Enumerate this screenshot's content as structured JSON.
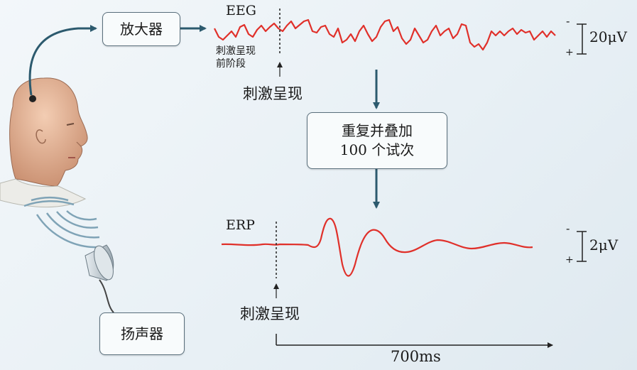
{
  "diagram": {
    "amplifier_label": "放大器",
    "speaker_label": "扬声器",
    "process_line1": "重复并叠加",
    "process_line2": "100 个试次",
    "eeg": {
      "title": "EEG",
      "prestim_line1": "刺激呈现",
      "prestim_line2": "前阶段",
      "stim_label": "刺激呈现",
      "scale_label": "20μV",
      "minus": "-",
      "plus": "+"
    },
    "erp": {
      "title": "ERP",
      "stim_label": "刺激呈现",
      "scale_label": "2μV",
      "minus": "-",
      "plus": "+",
      "time_label": "700ms"
    }
  },
  "colors": {
    "signal": "#e0302a",
    "arrow": "#2c5a6e",
    "skin": "#e8b79a"
  },
  "icons": [
    "head-illustration",
    "sound-wave-icon",
    "speaker-icon"
  ]
}
